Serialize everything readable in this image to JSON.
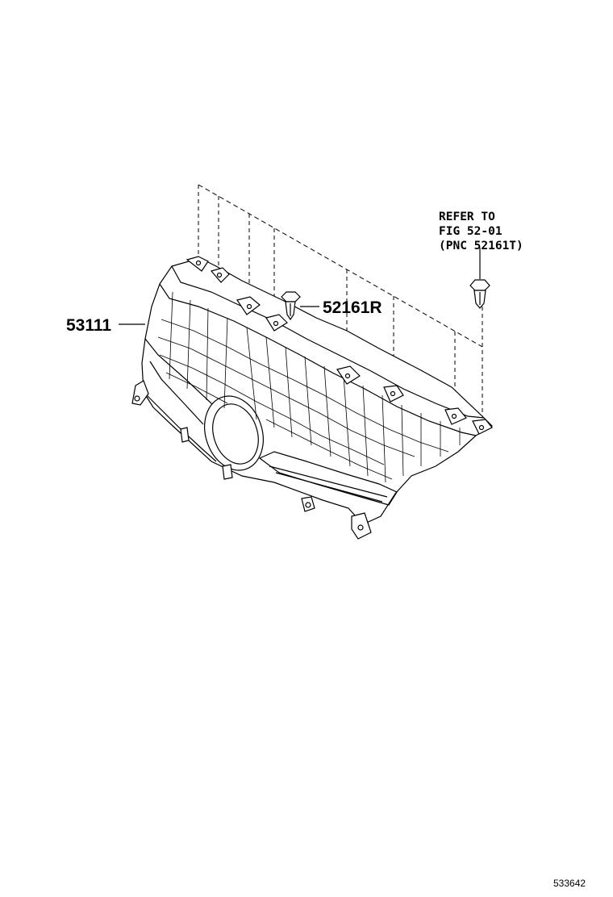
{
  "callouts": {
    "grille": "53111",
    "clip": "52161R"
  },
  "reference_note": {
    "line1": "REFER TO",
    "line2": "FIG 52-01",
    "line3": "(PNC 52161T)"
  },
  "figure_number": "533642"
}
